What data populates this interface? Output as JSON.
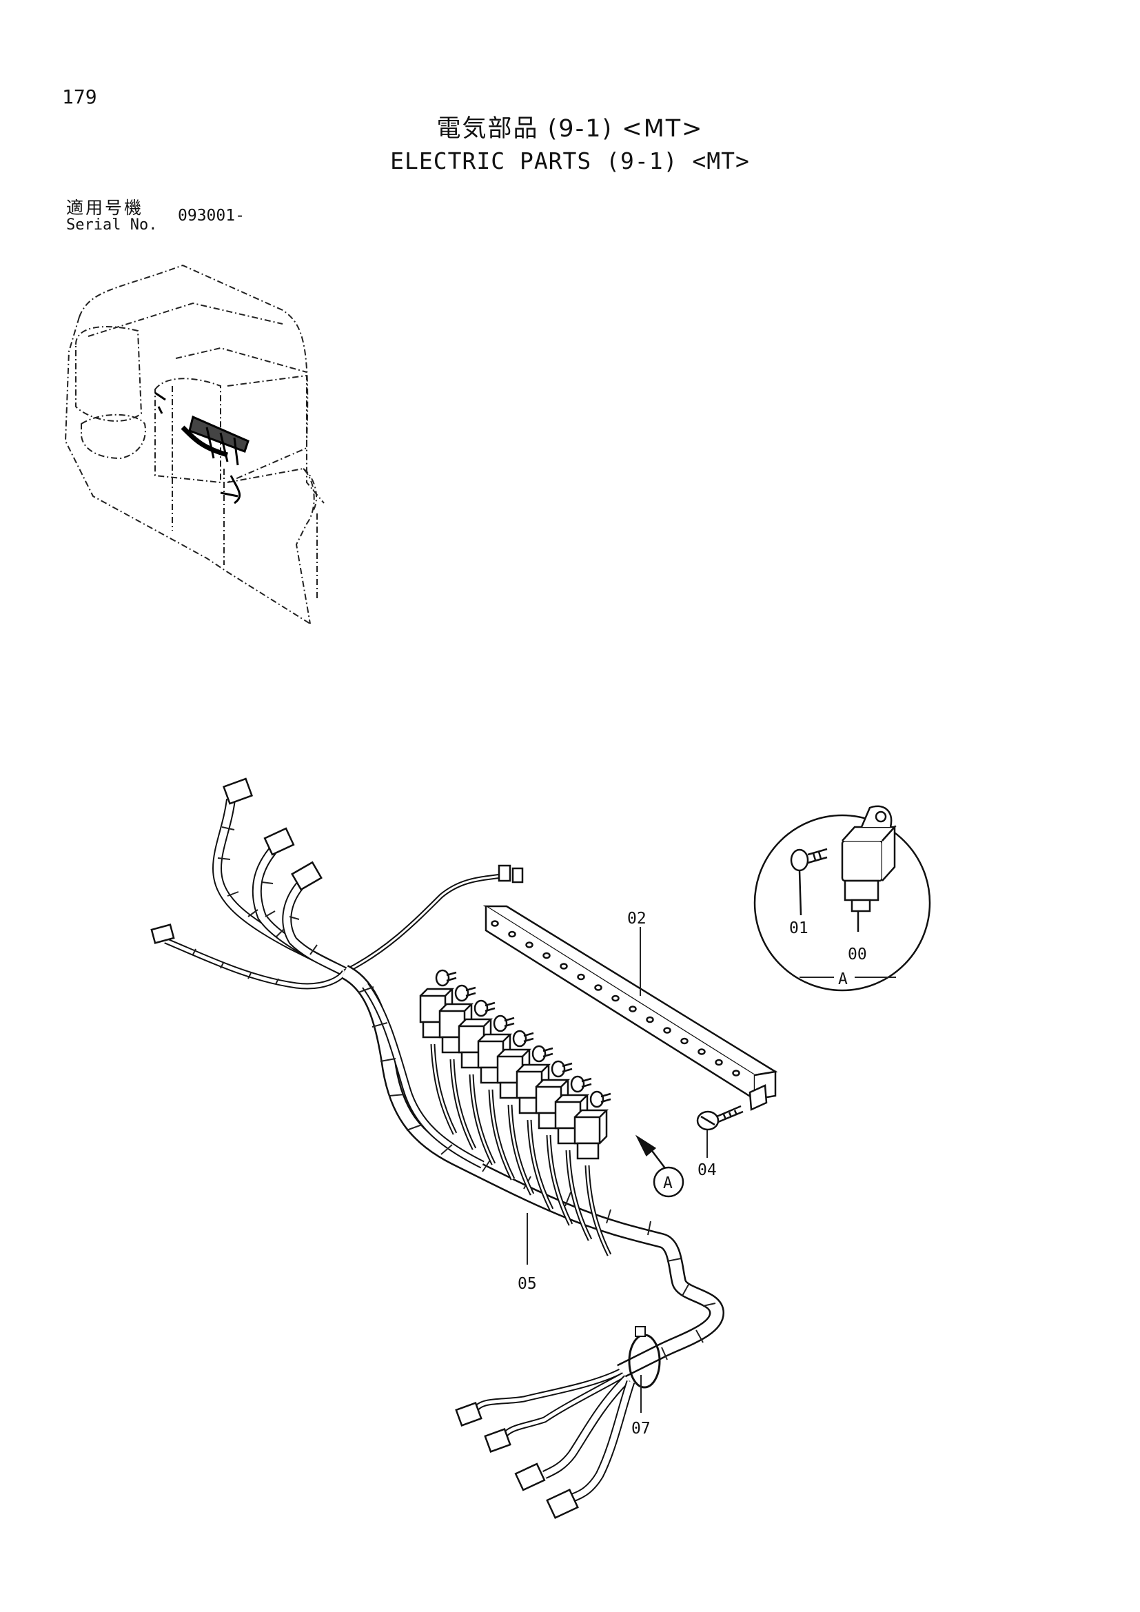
{
  "page": {
    "number": "179",
    "title_ja": "電気部品 (9-1) <MT>",
    "title_en": "ELECTRIC PARTS (9-1) <MT>"
  },
  "serial": {
    "label_ja": "適用号機",
    "label_en": "Serial No.",
    "value": "093001-"
  },
  "callouts": {
    "c00": "00",
    "c01": "01",
    "c02": "02",
    "c04": "04",
    "c05": "05",
    "c07": "07",
    "detail_ref": "A",
    "detail_label": "A"
  }
}
